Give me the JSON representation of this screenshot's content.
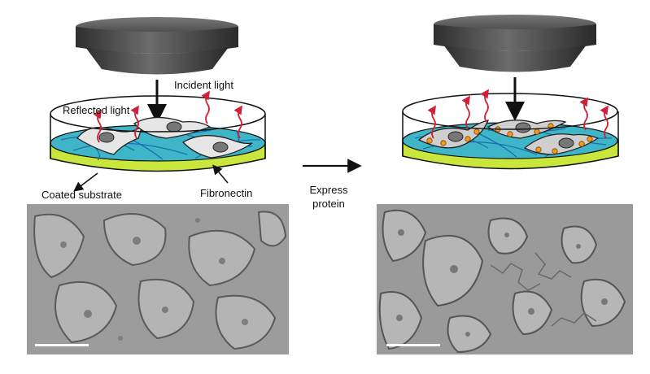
{
  "labels": {
    "incident_light": "Incident light",
    "reflected_light": "Reflected light",
    "coated_substrate": "Coated substrate",
    "fibronectin": "Fibronectin",
    "transition_line1": "Express",
    "transition_line2": "protein"
  },
  "colors": {
    "objective": "#4a4a4a",
    "medium": "#3fb6c8",
    "substrate": "#c8e63c",
    "fibers": "#1a6fb0",
    "reflected_arrow": "#d0203a",
    "protein": "#f39a1e",
    "cell": "#e6e6e6"
  }
}
